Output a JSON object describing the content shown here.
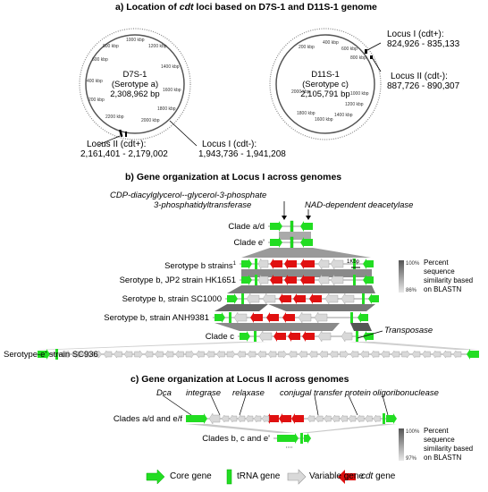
{
  "section_a": {
    "title_prefix": "a) Location of ",
    "title_italic": "cdt",
    "title_suffix": " loci based on D7S-1 and D11S-1 genome",
    "genome1": {
      "name": "D7S-1",
      "serotype": "(Serotype a)",
      "size": "2,308,962 bp",
      "ticks": [
        "1000 kbp",
        "800 kbp",
        "1200 kbp",
        "600 kbp",
        "1400 kbp",
        "400 kbp",
        "1600 kbp",
        "200 kbp",
        "1800 kbp",
        "2200 kbp",
        "2000 kbp"
      ]
    },
    "genome2": {
      "name": "D11S-1",
      "serotype": "(Serotype c)",
      "size": "2,105,791 bp",
      "ticks": [
        "200 kbp",
        "400 kbp",
        "600 kbp",
        "800 kbp",
        "1000 kbp",
        "1200 kbp",
        "1400 kbp",
        "1600 kbp",
        "1800 kbp",
        "2000 kbp"
      ]
    },
    "loci": {
      "g1_locus2_label": "Locus II (cdt+):",
      "g1_locus2_range": "2,161,401 - 2,179,002",
      "g1_locus1_label": "Locus I (cdt-):",
      "g1_locus1_range": "1,943,736 - 1,941,208",
      "g2_locus1_label": "Locus I (cdt+):",
      "g2_locus1_range": "824,926 - 835,133",
      "g2_locus2_label": "Locus II (cdt-):",
      "g2_locus2_range": "887,726 - 890,307"
    }
  },
  "section_b": {
    "title": "b) Gene organization at Locus I across genomes",
    "annot1_line1": "CDP-diacylglycerol--glycerol-3-phosphate",
    "annot1_line2": "3-phosphatidyltransferase",
    "annot2": "NAD-dependent deacetylase",
    "transposase": "Transposase",
    "rows": [
      "Clade a/d",
      "Clade e'",
      "Serotype b strains",
      "Serotype b, JP2 strain HK1651",
      "Serotype b, strain SC1000",
      "Serotype b, strain ANH9381",
      "Clade c",
      "Serotype-e' strain SC936"
    ],
    "row3_superscript": "1",
    "scale_label": "1Kbp",
    "legend_top": "100%",
    "legend_bottom": "86%",
    "legend_line1": "Percent",
    "legend_line2": "sequence",
    "legend_line3": "similarity based",
    "legend_line4": "on BLASTN"
  },
  "section_c": {
    "title": "c) Gene organization at Locus II across genomes",
    "annot_dca": "Dca",
    "annot_integrase": "integrase",
    "annot_relaxase": "relaxase",
    "annot_conjugal": "conjugal transfer protein",
    "annot_oligo": "oligoribonuclease",
    "row1": "Clades a/d and e/f",
    "row2": "Clades b, c and e'",
    "legend_top": "100%",
    "legend_bottom": "97%",
    "legend_line1": "Percent",
    "legend_line2": "sequence",
    "legend_line3": "similarity based",
    "legend_line4": "on BLASTN"
  },
  "legend": {
    "core": "Core gene",
    "trna": "tRNA gene",
    "variable": "Variable gene",
    "cdt_italic": "cdt",
    "cdt_rest": " gene"
  },
  "colors": {
    "core": "#22dd22",
    "trna": "#22dd22",
    "variable": "#d9d9d9",
    "cdt": "#e01010",
    "similarity_dark": "#666666",
    "similarity_light": "#d0d0d0"
  }
}
